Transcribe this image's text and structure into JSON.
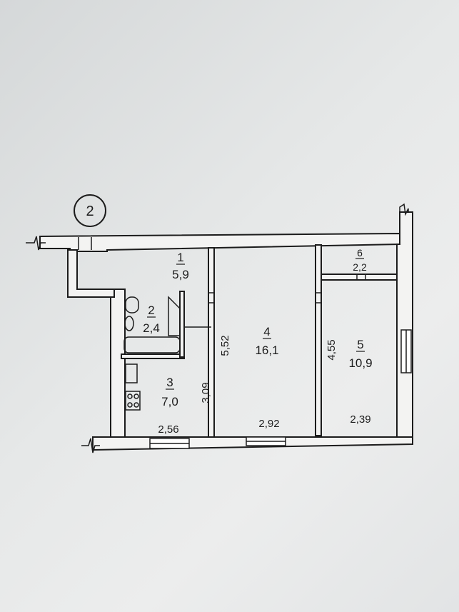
{
  "plan": {
    "marker": "2",
    "rooms": [
      {
        "number": "1",
        "area": "5,9"
      },
      {
        "number": "2",
        "area": "2,4"
      },
      {
        "number": "3",
        "area": "7,0"
      },
      {
        "number": "4",
        "area": "16,1"
      },
      {
        "number": "5",
        "area": "10,9"
      },
      {
        "number": "6",
        "area": "2,2"
      }
    ],
    "dimensions": {
      "room3_height": "3,09",
      "room3_width": "2,56",
      "room4_height": "5,52",
      "room4_width": "2,92",
      "room5_height": "4,55",
      "room5_width": "2,39"
    }
  },
  "colors": {
    "ink": "#1c1c1c",
    "wall_fill": "#f3f3f2",
    "paper": "#e4e6e6"
  }
}
